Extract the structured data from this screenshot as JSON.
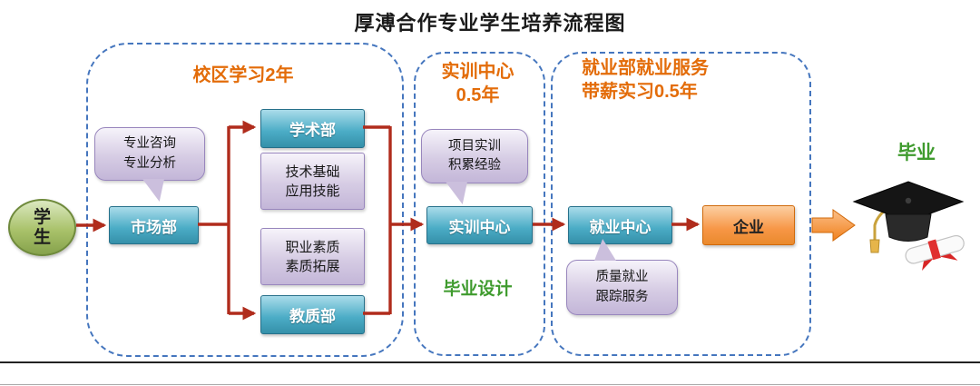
{
  "title": "厚溥合作专业学生培养流程图",
  "student": {
    "label": "学生"
  },
  "stage_campus": {
    "title": "校区学习2年",
    "callout": "专业咨询\n专业分析",
    "market_dept": "市场部",
    "academic_dept": "学术部",
    "tech_skills": "技术基础\n应用技能",
    "quality_development": "职业素质\n素质拓展",
    "teaching_dept": "教质部"
  },
  "stage_training": {
    "title": "实训中心\n0.5年",
    "callout": "项目实训\n积累经验",
    "center": "实训中心",
    "note": "毕业设计"
  },
  "stage_employment": {
    "title": "就业部就业服务\n带薪实习0.5年",
    "center": "就业中心",
    "company": "企业",
    "callout": "质量就业\n跟踪服务"
  },
  "graduation": {
    "label": "毕业",
    "icon": "graduation-cap"
  },
  "colors": {
    "arrow_red": "#b02c1c",
    "box_blue": "#4bacc6",
    "box_purple": "#ccc1da",
    "box_orange": "#f79646",
    "ellipse_green": "#9bbb59",
    "dashed_border_blue": "#4576be",
    "stage_title_orange": "#e36c09",
    "note_green": "#3f9b2e"
  }
}
